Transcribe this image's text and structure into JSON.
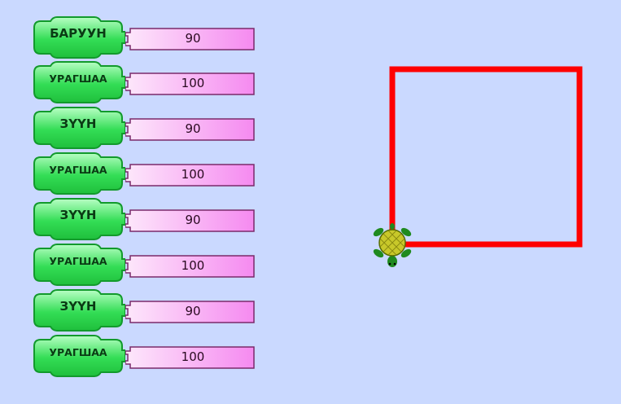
{
  "program": {
    "blocks": [
      {
        "command": "БАРУУН",
        "argument": "90"
      },
      {
        "command": "УРАГШАА",
        "argument": "100"
      },
      {
        "command": "ЗҮҮН",
        "argument": "90"
      },
      {
        "command": "УРАГШАА",
        "argument": "100"
      },
      {
        "command": "ЗҮҮН",
        "argument": "90"
      },
      {
        "command": "УРАГШАА",
        "argument": "100"
      },
      {
        "command": "ЗҮҮН",
        "argument": "90"
      },
      {
        "command": "УРАГШАА",
        "argument": "100"
      }
    ]
  },
  "colors": {
    "background": "#cad9ff",
    "command_block": "#33dd55",
    "argument_block": "#f58af0",
    "pen": "#ff0000",
    "turtle_shell": "#c8c82a",
    "turtle_body": "#1f8a1f"
  },
  "icons": {
    "turtle": "turtle-icon"
  }
}
